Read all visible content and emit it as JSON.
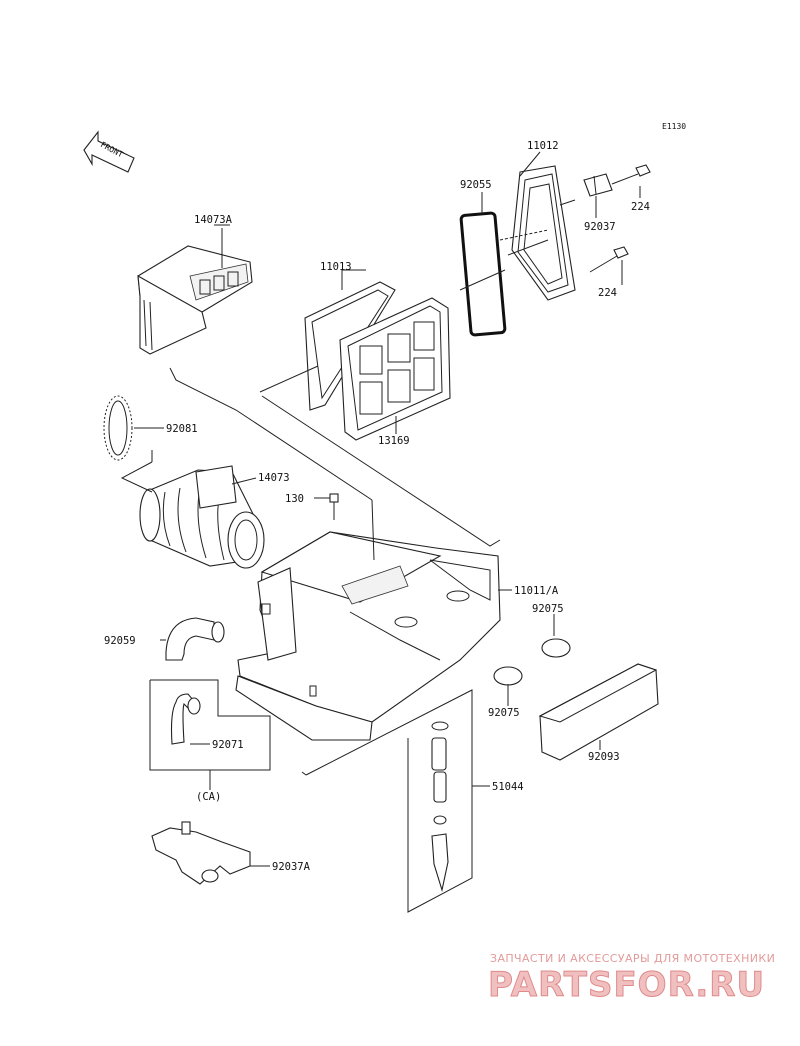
{
  "diagram_code": "E1130",
  "front_label": "FRONT",
  "callouts": {
    "c11012": "11012",
    "c92055": "92055",
    "c224a": "224",
    "c224b": "224",
    "c92037": "92037",
    "c14073A": "14073A",
    "c11013": "11013",
    "c13169": "13169",
    "c92081": "92081",
    "c14073": "14073",
    "c130": "130",
    "c11011A": "11011/A",
    "c92075a": "92075",
    "c92075b": "92075",
    "c92059": "92059",
    "c92071": "92071",
    "cCA": "(CA)",
    "c51044": "51044",
    "c92093": "92093",
    "c92037A": "92037A"
  },
  "watermark": {
    "line1": "ЗАПЧАСТИ И АКСЕССУАРЫ ДЛЯ МОТОТЕХНИКИ",
    "line2": "PARTSFOR.RU"
  }
}
